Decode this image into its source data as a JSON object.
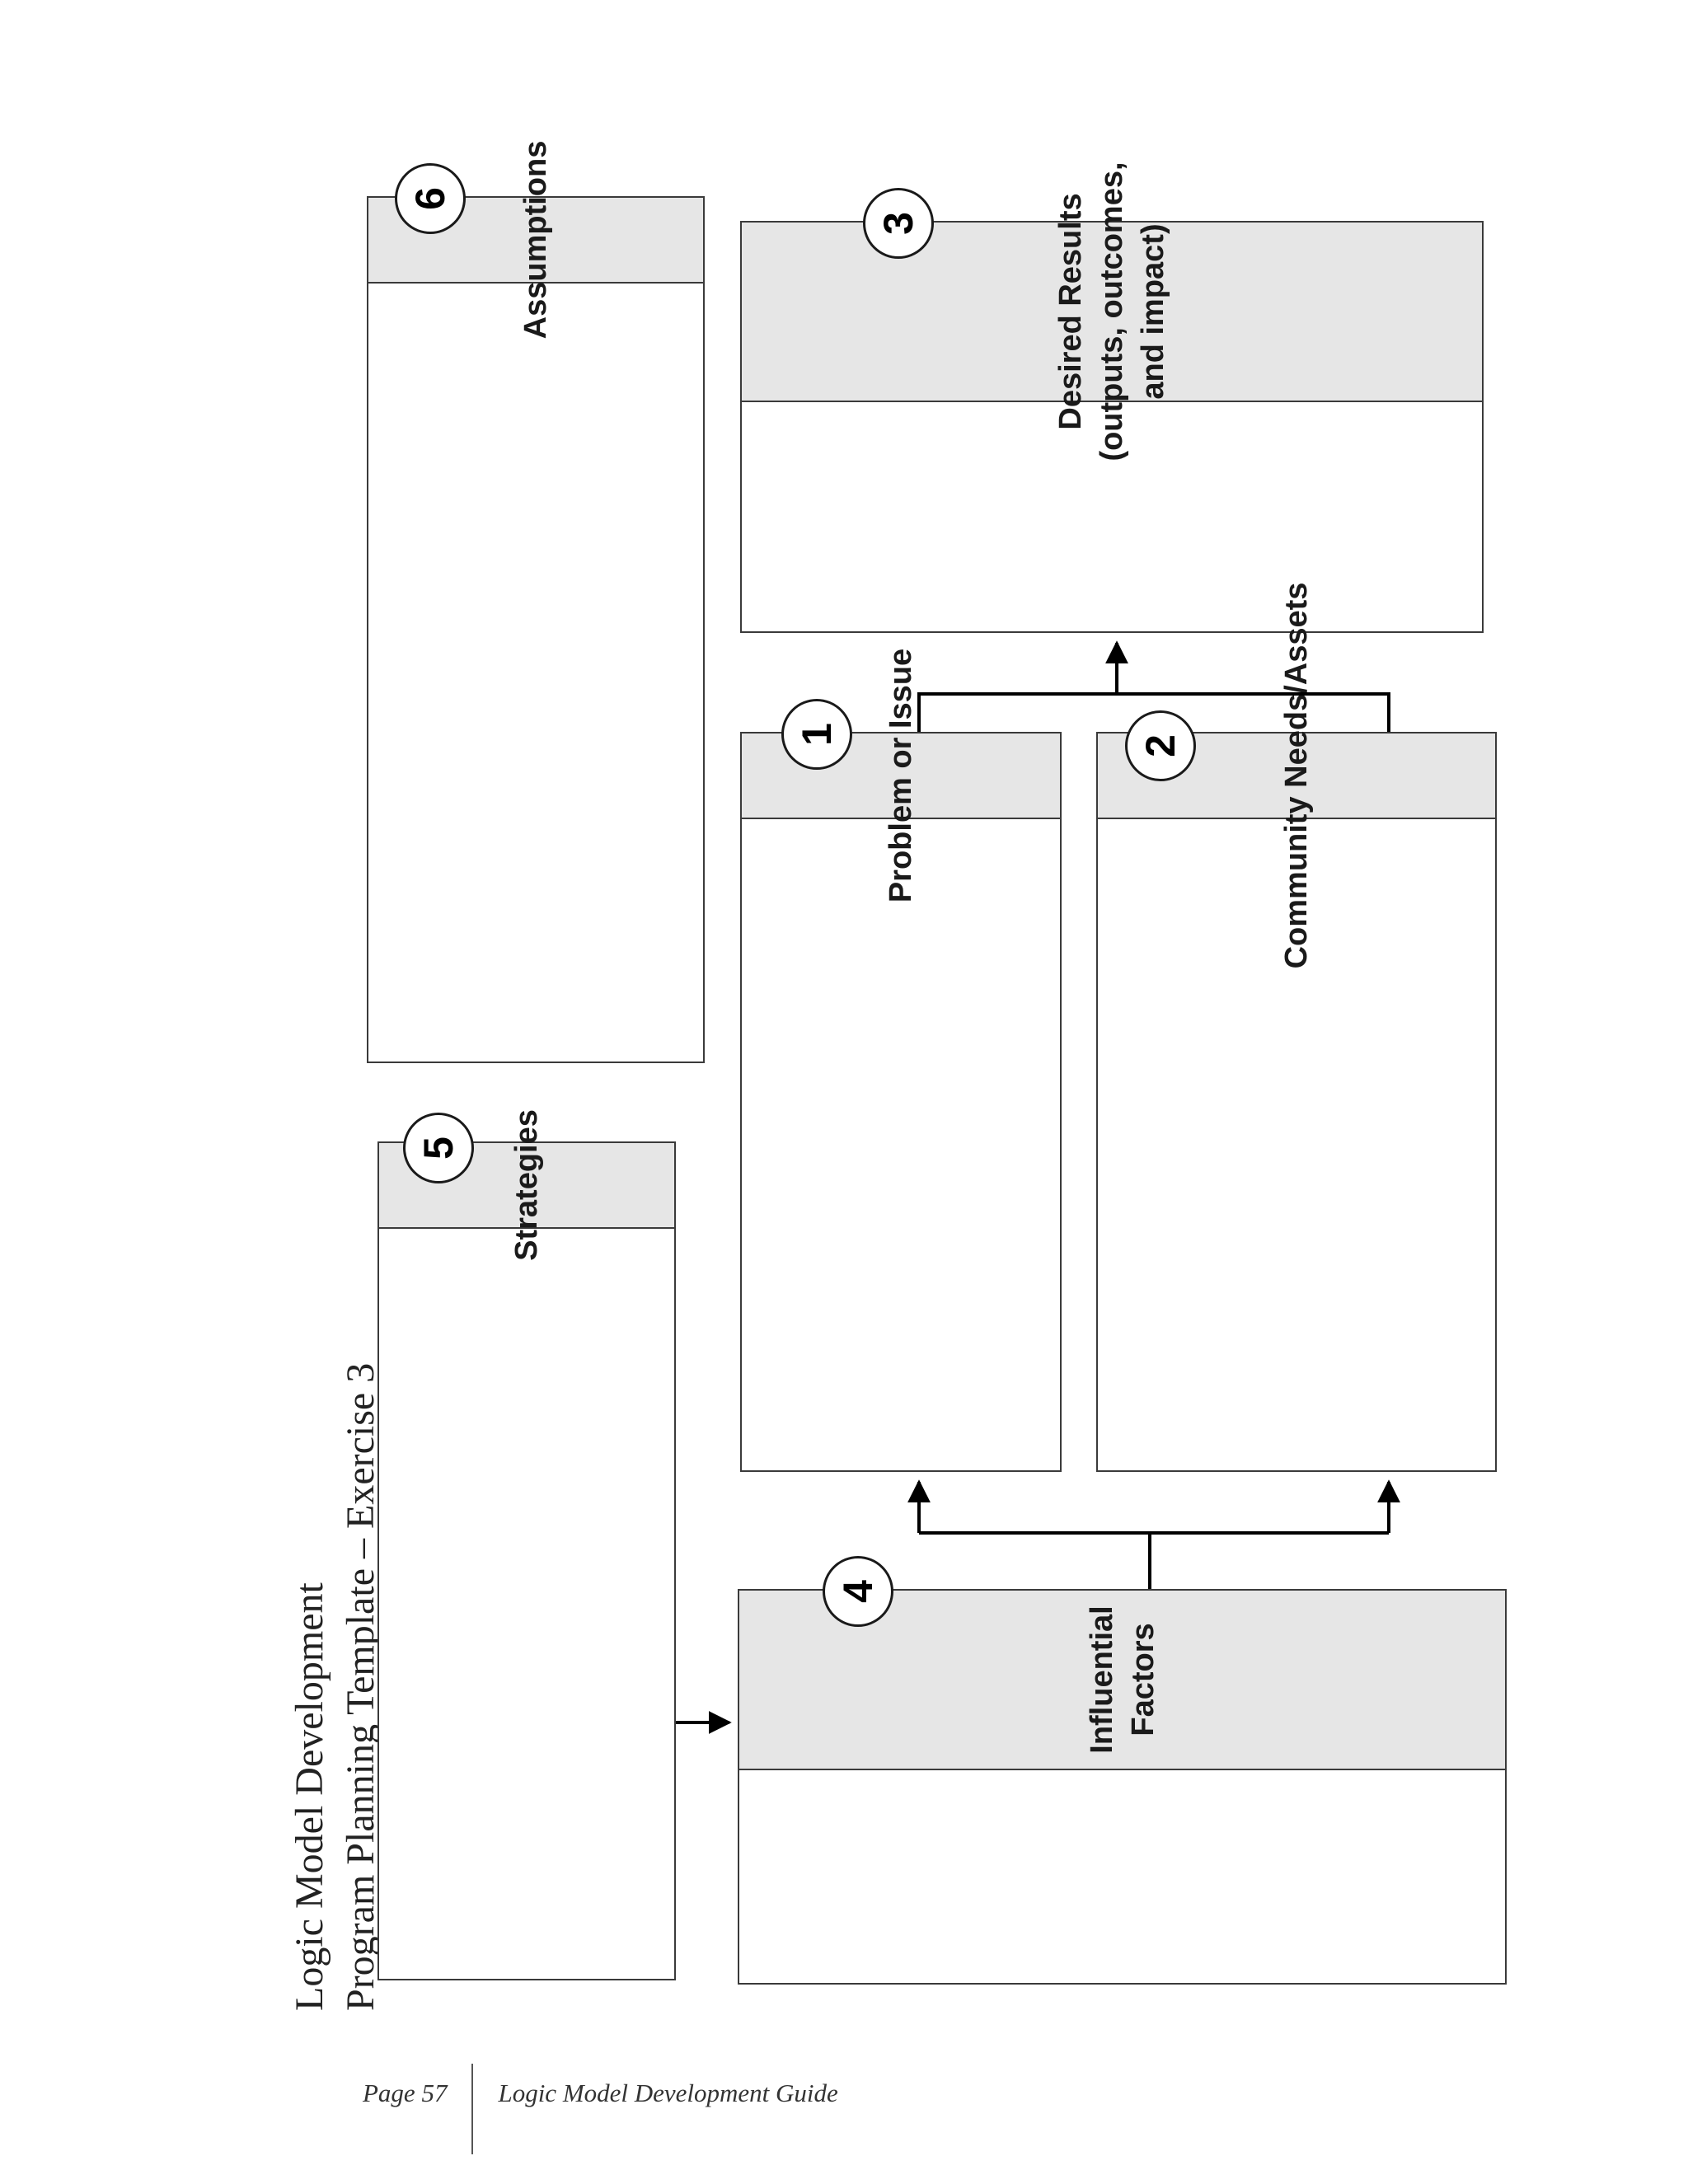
{
  "document": {
    "title_line1": "Logic Model Development",
    "title_line2": "Program Planning Template – Exercise 3"
  },
  "footer": {
    "page": "Page 57",
    "guide": "Logic Model Development Guide"
  },
  "boxes": {
    "assumptions": {
      "number": "6",
      "label": "Assumptions"
    },
    "strategies": {
      "number": "5",
      "label": "Strategies"
    },
    "desired_results": {
      "number": "3",
      "line1": "Desired Results",
      "line2": "(outputs, outcomes,",
      "line3": "and impact)"
    },
    "problem": {
      "number": "1",
      "label": "Problem or Issue"
    },
    "community": {
      "number": "2",
      "label": "Community Needs/Assets"
    },
    "influential": {
      "number": "4",
      "line1": "Influential",
      "line2": "Factors"
    }
  },
  "colors": {
    "band": "#e6e6e6",
    "border": "#3a3a3a"
  }
}
